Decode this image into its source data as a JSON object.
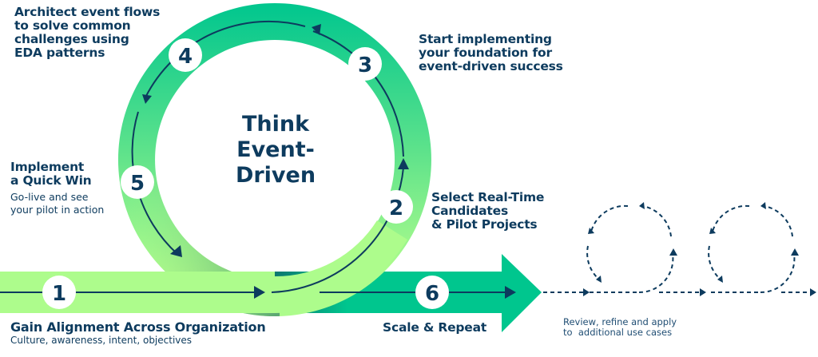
{
  "center_title": [
    "Think",
    "Event-Driven"
  ],
  "steps": [
    {
      "number": "1",
      "title": [
        "Gain Alignment Across Organization"
      ],
      "subtitle": [
        "Culture, awareness, intent, objectives"
      ]
    },
    {
      "number": "2",
      "title": [
        "Select Real-Time",
        "Candidates",
        "& Pilot Projects"
      ],
      "subtitle": []
    },
    {
      "number": "3",
      "title": [
        "Start implementing",
        "your foundation for",
        "event-driven success"
      ],
      "subtitle": []
    },
    {
      "number": "4",
      "title": [
        "Architect event flows",
        "to solve common",
        "challenges using",
        "EDA patterns"
      ],
      "subtitle": []
    },
    {
      "number": "5",
      "title": [
        "Implement",
        "a Quick Win"
      ],
      "subtitle": [
        "Go-live and see",
        "your pilot in action"
      ]
    },
    {
      "number": "6",
      "title": [
        "Scale & Repeat"
      ],
      "subtitle": []
    }
  ],
  "repeat_note": [
    "Review, refine and apply",
    "to  additional use cases"
  ],
  "colors": {
    "text_navy": "#0d3b5e",
    "light_green": "#adfc8c",
    "mid_green": "#5ee08f",
    "teal_green": "#00c68e",
    "dark_teal": "#0d6b6b"
  }
}
